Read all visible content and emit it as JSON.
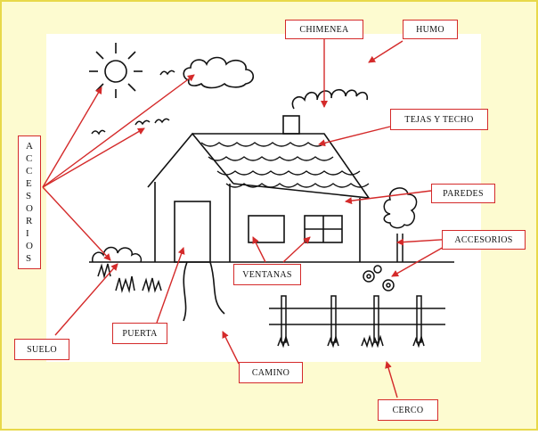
{
  "colors": {
    "background": "#fdfbd0",
    "border": "#e8d94a",
    "label_border": "#d42a2a",
    "arrow": "#d42a2a",
    "ink": "#111111",
    "drawing_bg": "#ffffff"
  },
  "labels": {
    "chimenea": "CHIMENEA",
    "humo": "HUMO",
    "tejas_techo": "TEJAS Y TECHO",
    "paredes": "PAREDES",
    "accesorios_right": "ACCESORIOS",
    "accesorios_left": "ACCESORIOS",
    "ventanas": "VENTANAS",
    "suelo": "SUELO",
    "puerta": "PUERTA",
    "camino": "CAMINO",
    "cerco": "CERCO"
  }
}
